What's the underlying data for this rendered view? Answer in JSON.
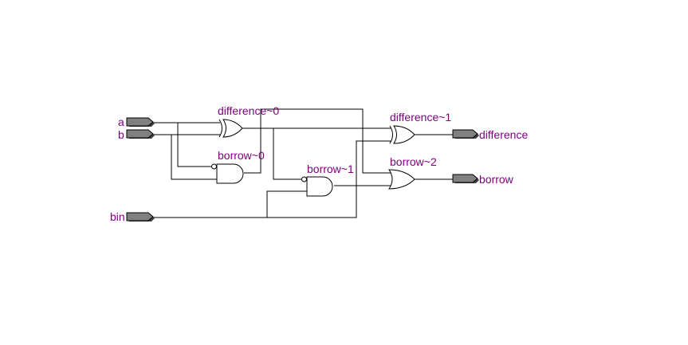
{
  "inputs": {
    "a": "a",
    "b": "b",
    "bin": "bin"
  },
  "outputs": {
    "difference": "difference",
    "borrow": "borrow"
  },
  "gates": {
    "difference_0": "difference~0",
    "borrow_0": "borrow~0",
    "borrow_1": "borrow~1",
    "difference_1": "difference~1",
    "borrow_2": "borrow~2"
  },
  "colors": {
    "label": "#800080",
    "port_fill": "#808080",
    "wire": "#000000"
  }
}
